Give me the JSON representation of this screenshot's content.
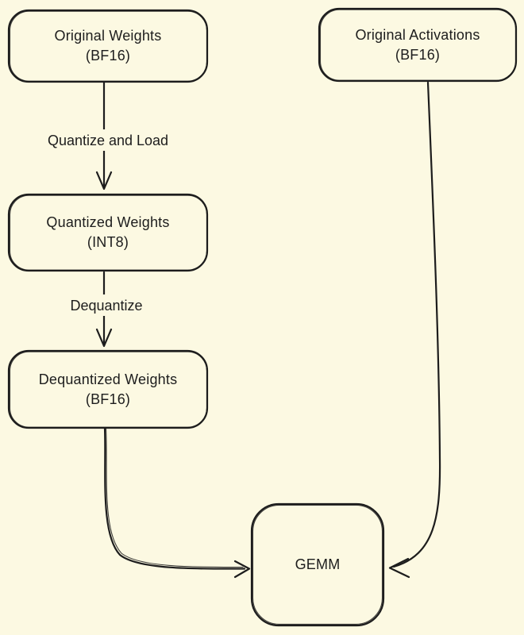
{
  "canvas": {
    "background_color": "#FCF9E2",
    "stroke_color": "#1d1d1d",
    "style": "hand-drawn-flowchart"
  },
  "nodes": [
    {
      "name": "original-weights",
      "line1": "Original Weights",
      "line2": "(BF16)"
    },
    {
      "name": "original-activations",
      "line1": "Original Activations",
      "line2": "(BF16)"
    },
    {
      "name": "quantized-weights",
      "line1": "Quantized Weights",
      "line2": "(INT8)"
    },
    {
      "name": "dequantized-weights",
      "line1": "Dequantized Weights",
      "line2": "(BF16)"
    },
    {
      "name": "gemm",
      "line1": "GEMM"
    }
  ],
  "edges": [
    {
      "name": "quantize-and-load",
      "label": "Quantize and Load",
      "from": "original-weights",
      "to": "quantized-weights"
    },
    {
      "name": "dequantize",
      "label": "Dequantize",
      "from": "quantized-weights",
      "to": "dequantized-weights"
    },
    {
      "name": "dequantized-to-gemm",
      "label": "",
      "from": "dequantized-weights",
      "to": "gemm"
    },
    {
      "name": "activations-to-gemm",
      "label": "",
      "from": "original-activations",
      "to": "gemm"
    }
  ]
}
